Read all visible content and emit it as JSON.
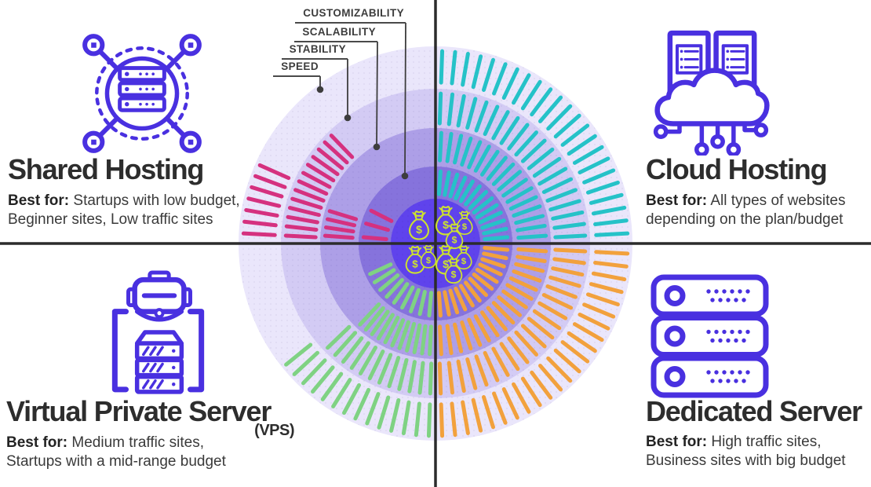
{
  "colors": {
    "brand_purple": "#4930e0",
    "title_text": "#2d2d2d",
    "body_text": "#3a3a3a",
    "leader_line": "#3d3d3d"
  },
  "cards": {
    "shared": {
      "title": "Shared Hosting",
      "best_label": "Best for:",
      "line1": "Startups with low budget,",
      "line2": "Beginner sites, Low traffic sites"
    },
    "cloud": {
      "title": "Cloud Hosting",
      "best_label": "Best for:",
      "line1": "All types of websites",
      "line2": "depending on the plan/budget"
    },
    "vps": {
      "title": "Virtual Private Server",
      "subtitle": "(VPS)",
      "best_label": "Best for:",
      "line1": "Medium traffic sites,",
      "line2": "Startups with a mid-range budget"
    },
    "dedicated": {
      "title": "Dedicated Server",
      "best_label": "Best for:",
      "line1": "High traffic sites,",
      "line2": "Business sites with big budget"
    }
  },
  "icons": {
    "shared": "shared-hosting-icon",
    "cloud": "cloud-hosting-icon",
    "vps": "vps-icon",
    "dedicated": "dedicated-server-icon",
    "money": "money-bag-icon"
  },
  "chart_data": {
    "type": "radial-band-comparison",
    "center": {
      "x": 555,
      "y": 310
    },
    "axis_line_color": "#2b2b2b",
    "money_bag_color": "#cde32d",
    "rings": [
      {
        "r": 251,
        "fill": "#eae6fb"
      },
      {
        "r": 197,
        "fill": "#d3cbf4"
      },
      {
        "r": 147,
        "fill": "#ad9fe7"
      },
      {
        "r": 98,
        "fill": "#8673dc"
      },
      {
        "r": 57,
        "fill": "#5f43ec"
      }
    ],
    "metrics": [
      {
        "name": "SPEED",
        "band": [
          205,
          245
        ],
        "label_elbow_x": 408,
        "label_underline_y": 97,
        "dot": [
          408,
          114
        ]
      },
      {
        "name": "STABILITY",
        "band": [
          153,
          191
        ],
        "label_elbow_x": 443,
        "label_underline_y": 75,
        "dot": [
          443,
          150
        ]
      },
      {
        "name": "SCALABILITY",
        "band": [
          106,
          141
        ],
        "label_elbow_x": 481,
        "label_underline_y": 53,
        "dot": [
          480,
          187
        ]
      },
      {
        "name": "CUSTOMIZABILITY",
        "band": [
          63,
          92
        ],
        "label_elbow_x": 517,
        "label_underline_y": 29,
        "dot": [
          516,
          224
        ]
      }
    ],
    "series": [
      {
        "id": "shared",
        "name": "Shared Hosting",
        "color": "#d5317f",
        "quadrant": "top-left",
        "money_bags": 1,
        "arcs": [
          {
            "metric": "SPEED",
            "start": 183,
            "end": 204,
            "dashes": 7
          },
          {
            "metric": "STABILITY",
            "start": 183,
            "end": 226,
            "dashes": 13
          },
          {
            "metric": "SCALABILITY",
            "start": 184,
            "end": 197,
            "dashes": 4
          },
          {
            "metric": "CUSTOMIZABILITY",
            "start": 185,
            "end": 207,
            "dashes": 3
          }
        ]
      },
      {
        "id": "cloud",
        "name": "Cloud Hosting",
        "color": "#25c2c8",
        "quadrant": "top-right",
        "money_bags": 3,
        "arcs": [
          {
            "metric": "SPEED",
            "start": 272,
            "end": 357,
            "dashes": 23
          },
          {
            "metric": "STABILITY",
            "start": 272,
            "end": 357,
            "dashes": 20
          },
          {
            "metric": "SCALABILITY",
            "start": 273,
            "end": 356,
            "dashes": 17
          },
          {
            "metric": "CUSTOMIZABILITY",
            "start": 274,
            "end": 355,
            "dashes": 13
          }
        ]
      },
      {
        "id": "vps",
        "name": "Virtual Private Server (VPS)",
        "color": "#7fd283",
        "quadrant": "bottom-left",
        "money_bags": 2,
        "arcs": [
          {
            "metric": "SPEED",
            "start": 92,
            "end": 141,
            "dashes": 14
          },
          {
            "metric": "STABILITY",
            "start": 92,
            "end": 136,
            "dashes": 12
          },
          {
            "metric": "SCALABILITY",
            "start": 93,
            "end": 133,
            "dashes": 11
          },
          {
            "metric": "CUSTOMIZABILITY",
            "start": 95,
            "end": 155,
            "dashes": 9
          }
        ]
      },
      {
        "id": "dedicated",
        "name": "Dedicated Server",
        "color": "#f2a13d",
        "quadrant": "bottom-right",
        "money_bags": 3,
        "arcs": [
          {
            "metric": "SPEED",
            "start": 3,
            "end": 88,
            "dashes": 23
          },
          {
            "metric": "STABILITY",
            "start": 3,
            "end": 88,
            "dashes": 20
          },
          {
            "metric": "SCALABILITY",
            "start": 4,
            "end": 87,
            "dashes": 17
          },
          {
            "metric": "CUSTOMIZABILITY",
            "start": 5,
            "end": 86,
            "dashes": 13
          }
        ]
      }
    ]
  }
}
